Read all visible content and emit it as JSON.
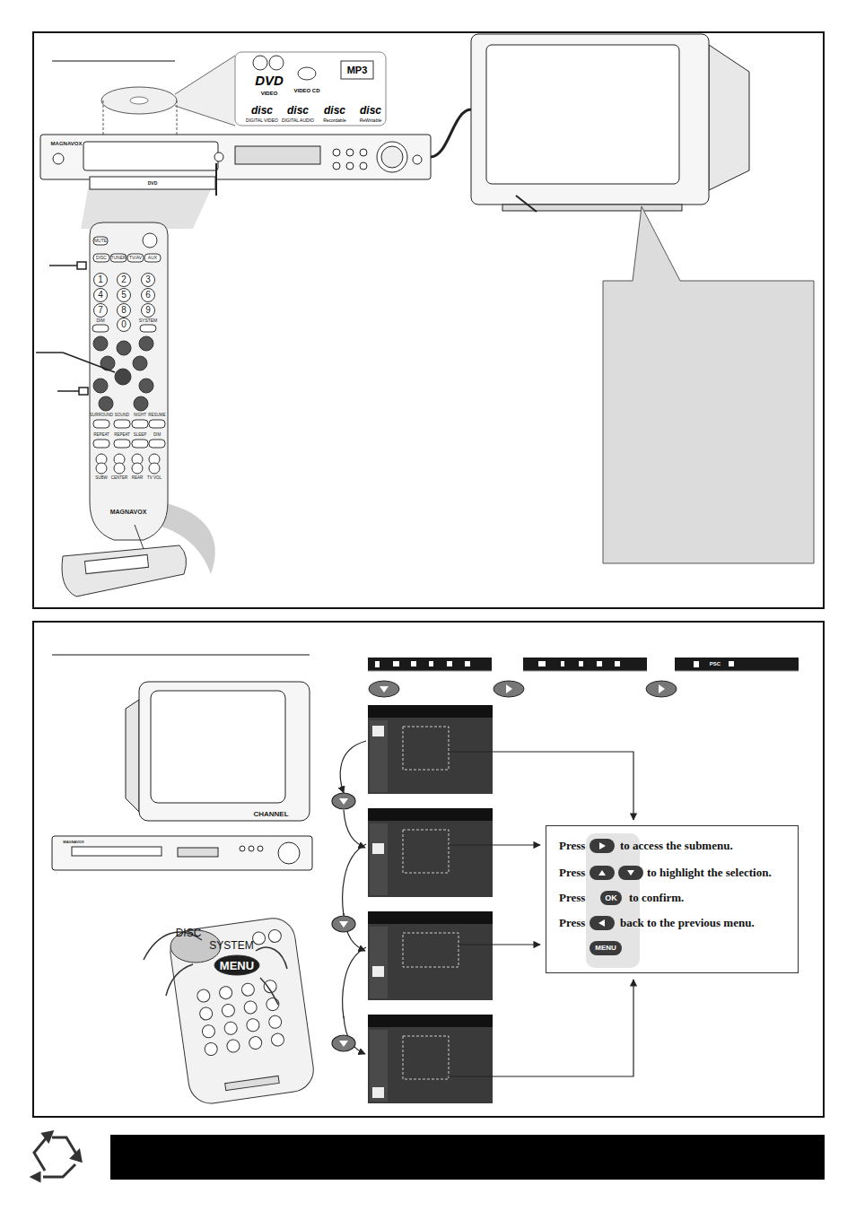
{
  "diagram": {
    "nodes": [
      {
        "text": [
          "Press",
          "to access the submenu.",
          "Press",
          "to highlight the selection.",
          "Press",
          "OK",
          "to confirm.",
          "Press",
          "back to the previous menu.",
          "MENU"
        ]
      }
    ],
    "labels": [
      "DVD",
      "VIDEO",
      "VIDEO CD",
      "MP3",
      "disc",
      "disc",
      "disc",
      "disc",
      "DIGITAL VIDEO",
      "DIGITAL AUDIO",
      "Recordable",
      "ReWritable",
      "MAGNAVOX",
      "DVD",
      "MUTE",
      "DISC",
      "TUNER",
      "TV/AV",
      "AUX",
      "1",
      "2",
      "3",
      "4",
      "5",
      "6",
      "7",
      "8",
      "9",
      "DIM",
      "0",
      "SYSTEM",
      "SURROUND",
      "SOUND",
      "NIGHT",
      "RESUME",
      "REPEAT",
      "REPEAT",
      "SLEEP",
      "DIM",
      "SUBW",
      "CENTER",
      "REAR",
      "TV VOL",
      "MAGNAVOX",
      "CHANNEL",
      "MAGNAVOX",
      "DISC",
      "SYSTEM",
      "MENU",
      "PSC"
    ]
  }
}
